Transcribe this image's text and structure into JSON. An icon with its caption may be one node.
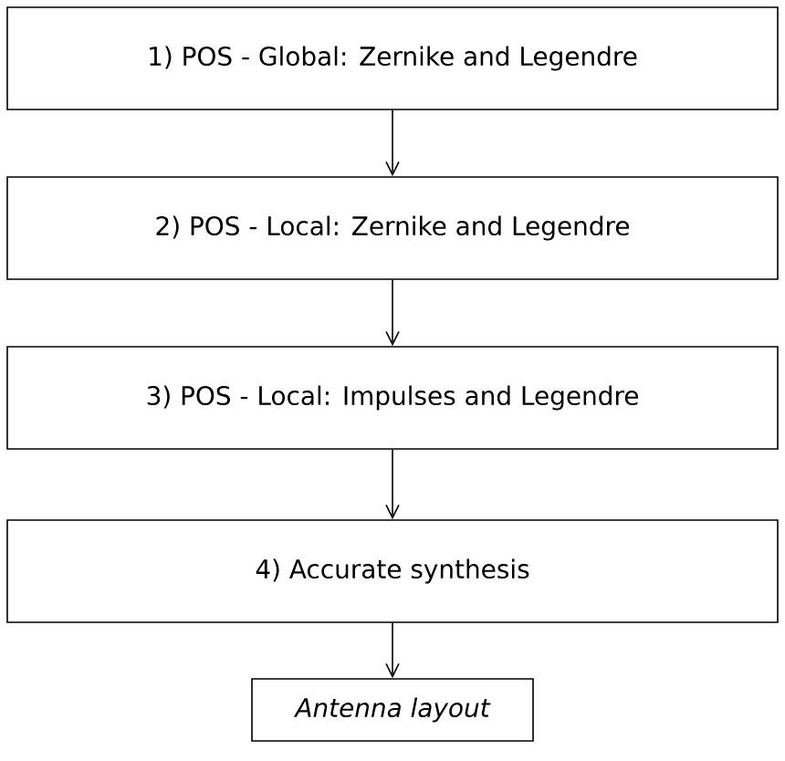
{
  "diagram": {
    "nodes": [
      {
        "text": [
          "1) POS - Global: Zernike and Legendre"
        ]
      },
      {
        "text": [
          "2) POS - Local: Zernike and Legendre"
        ]
      },
      {
        "text": [
          "3) POS - Local: Impulses and Legendre"
        ]
      },
      {
        "text": [
          "4) Accurate synthesis"
        ]
      },
      {
        "text": [
          "Antenna layout"
        ]
      }
    ],
    "edges": [
      {
        "from": 0,
        "to": 1,
        "arrow": "to"
      },
      {
        "from": 1,
        "to": 2,
        "arrow": "to"
      },
      {
        "from": 2,
        "to": 3,
        "arrow": "to"
      },
      {
        "from": 3,
        "to": 4,
        "arrow": "to"
      }
    ]
  }
}
